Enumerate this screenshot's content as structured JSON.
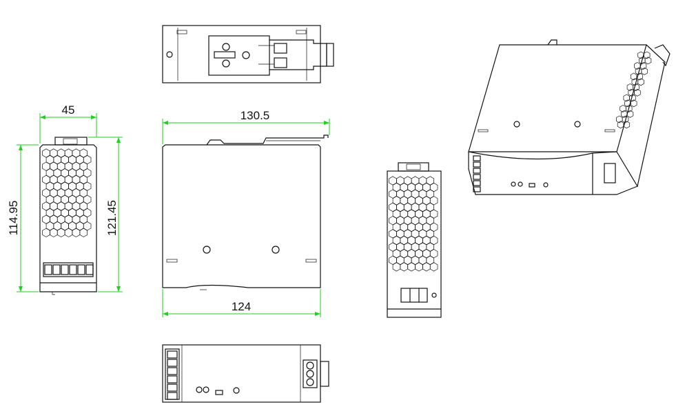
{
  "drawing": {
    "dimensions": {
      "front_width": "45",
      "front_body_height": "114.95",
      "front_total_height": "121.45",
      "side_total_length": "130.5",
      "side_body_length": "124"
    },
    "colors": {
      "outline": "#111111",
      "dimension": "#19d419"
    }
  }
}
